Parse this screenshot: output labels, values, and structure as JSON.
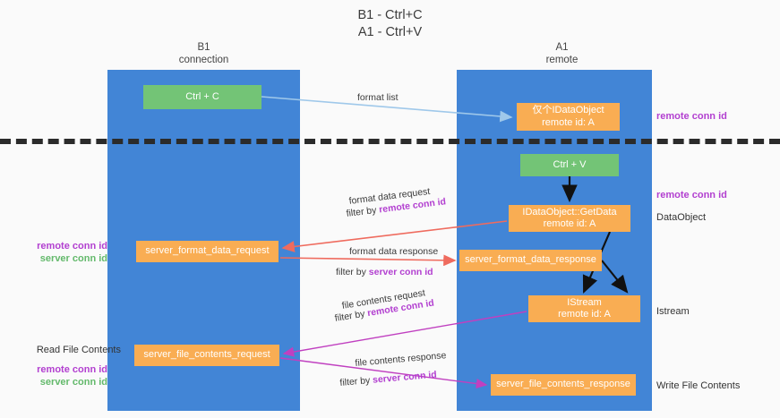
{
  "title": {
    "line1": "B1 - Ctrl+C",
    "line2": "A1 - Ctrl+V"
  },
  "columns": [
    {
      "name": "B1",
      "role": "connection"
    },
    {
      "name": "A1",
      "role": "remote"
    }
  ],
  "nodes": {
    "ctrl_c": {
      "label": "Ctrl + C",
      "type": "action"
    },
    "idataobject": {
      "line1": "仅个IDataObject",
      "line2": "remote id: A",
      "type": "object"
    },
    "ctrl_v": {
      "label": "Ctrl + V",
      "type": "action"
    },
    "getdata": {
      "line1": "IDataObject::GetData",
      "line2": "remote id: A",
      "type": "object"
    },
    "format_req": {
      "label": "server_format_data_request",
      "type": "message"
    },
    "format_resp": {
      "label": "server_format_data_response",
      "type": "message"
    },
    "istream": {
      "line1": "IStream",
      "line2": "remote id: A",
      "type": "object"
    },
    "file_req": {
      "label": "server_file_contents_request",
      "type": "message"
    },
    "file_resp": {
      "label": "server_file_contents_response",
      "type": "message"
    }
  },
  "edges": {
    "format_list": {
      "label": "format list"
    },
    "format_data_req": {
      "label": "format data request",
      "filter_prefix": "filter by ",
      "filter_key": "remote conn id"
    },
    "format_data_resp": {
      "label": "format data response",
      "filter_prefix": "filter by ",
      "filter_key": "server conn id"
    },
    "file_contents_req": {
      "label": "file contents request",
      "filter_prefix": "filter by ",
      "filter_key": "remote conn id"
    },
    "file_contents_resp": {
      "label": "file contents response",
      "filter_prefix": "filter by ",
      "filter_key": "server conn id"
    }
  },
  "annotations": {
    "right_remote_conn_id_top": "remote conn id",
    "right_remote_conn_id_mid": "remote conn id",
    "right_dataobject": "DataObject",
    "right_istream": "Istream",
    "right_write_file_contents": "Write File Contents",
    "left_remote_conn_id_1": "remote conn id",
    "left_server_conn_id_1": "server conn id",
    "left_read_file_contents": "Read File Contents",
    "left_remote_conn_id_2": "remote conn id",
    "left_server_conn_id_2": "server conn id"
  },
  "colors": {
    "lane": "#4285d6",
    "action": "#73c476",
    "object": "#f9ad53",
    "accent_purple": "#b23fd0",
    "accent_green": "#63b96b",
    "wire_blue": "#9fc8ea",
    "wire_red": "#ef6b5e",
    "wire_magenta": "#c040c0",
    "wire_black": "#111111"
  }
}
